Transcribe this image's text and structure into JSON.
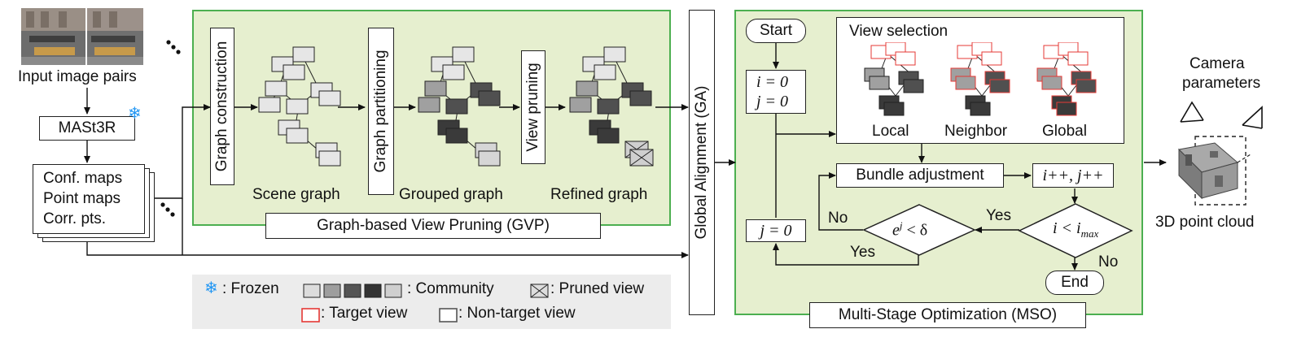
{
  "input": {
    "image_label": "Input image pairs",
    "model_label": "MASt3R",
    "output_lines": [
      "Conf. maps",
      "Point maps",
      "Corr. pts."
    ]
  },
  "gvp": {
    "title": "Graph-based View Pruning (GVP)",
    "steps": [
      "Graph construction",
      "Graph partitioning",
      "View pruning"
    ],
    "graphs": [
      "Scene graph",
      "Grouped graph",
      "Refined graph"
    ]
  },
  "ga": {
    "label": "Global Alignment (GA)"
  },
  "mso": {
    "title": "Multi-Stage Optimization (MSO)",
    "start": "Start",
    "init_i": "i = 0",
    "init_j": "j = 0",
    "reset_j": "j = 0",
    "view_selection": {
      "title": "View selection",
      "modes": [
        "Local",
        "Neighbor",
        "Global"
      ]
    },
    "bundle_adjustment": "Bundle adjustment",
    "increment": "i++, j++",
    "cond_i": "i < i",
    "cond_i_sub": "max",
    "cond_e": "e",
    "cond_e_sup": "j",
    "cond_e_rest": " < δ",
    "yes": "Yes",
    "no": "No",
    "end": "End"
  },
  "output": {
    "camera_label_line1": "Camera",
    "camera_label_line2": "parameters",
    "cloud_label": "3D point cloud"
  },
  "legend": {
    "frozen": ": Frozen",
    "community": ": Community",
    "pruned": ": Pruned view",
    "target": ": Target view",
    "non_target": ": Non-target view"
  },
  "colors": {
    "panel_fill": "#e6efcf",
    "panel_border": "#4caf50",
    "target_red": "#e53935",
    "frozen_blue": "#2196f3",
    "community": [
      "#dcdcdc",
      "#9e9e9e",
      "#555555",
      "#333333",
      "#cfcfcf"
    ]
  }
}
